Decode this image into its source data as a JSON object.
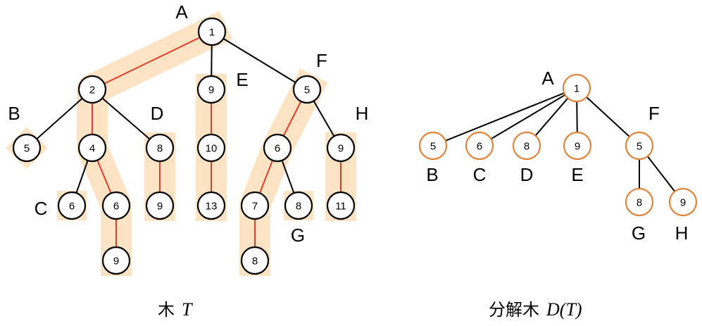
{
  "colors": {
    "highlight": "#fbe3c4",
    "heavy_edge": "#e03c28",
    "light_edge": "#000000",
    "tree_node_stroke": "#000000",
    "decomp_node_stroke": "#e0843a"
  },
  "tree": {
    "caption_prefix": "木",
    "caption_var": "T",
    "nodes": [
      {
        "id": "t1",
        "label": "1"
      },
      {
        "id": "t2",
        "label": "2"
      },
      {
        "id": "t9a",
        "label": "9"
      },
      {
        "id": "t5",
        "label": "5"
      },
      {
        "id": "t5b",
        "label": "5"
      },
      {
        "id": "t4",
        "label": "4"
      },
      {
        "id": "t8",
        "label": "8"
      },
      {
        "id": "t10",
        "label": "10"
      },
      {
        "id": "t6a",
        "label": "6"
      },
      {
        "id": "t9b",
        "label": "9"
      },
      {
        "id": "t6b",
        "label": "6"
      },
      {
        "id": "t6c",
        "label": "6"
      },
      {
        "id": "t9c",
        "label": "9"
      },
      {
        "id": "t13",
        "label": "13"
      },
      {
        "id": "t7",
        "label": "7"
      },
      {
        "id": "t8b",
        "label": "8"
      },
      {
        "id": "t11",
        "label": "11"
      },
      {
        "id": "t9d",
        "label": "9"
      },
      {
        "id": "t8c",
        "label": "8"
      }
    ],
    "edges": [
      {
        "from": "t1",
        "to": "t2",
        "heavy": true
      },
      {
        "from": "t1",
        "to": "t9a",
        "heavy": false
      },
      {
        "from": "t1",
        "to": "t5",
        "heavy": false
      },
      {
        "from": "t2",
        "to": "t5b",
        "heavy": false
      },
      {
        "from": "t2",
        "to": "t4",
        "heavy": true
      },
      {
        "from": "t2",
        "to": "t8",
        "heavy": false
      },
      {
        "from": "t4",
        "to": "t6b",
        "heavy": false
      },
      {
        "from": "t4",
        "to": "t6c",
        "heavy": true
      },
      {
        "from": "t6c",
        "to": "t9d",
        "heavy": true
      },
      {
        "from": "t8",
        "to": "t9c",
        "heavy": true
      },
      {
        "from": "t9a",
        "to": "t10",
        "heavy": true
      },
      {
        "from": "t10",
        "to": "t13",
        "heavy": true
      },
      {
        "from": "t5",
        "to": "t6a",
        "heavy": true
      },
      {
        "from": "t5",
        "to": "t9b",
        "heavy": false
      },
      {
        "from": "t6a",
        "to": "t7",
        "heavy": true
      },
      {
        "from": "t6a",
        "to": "t8b",
        "heavy": false
      },
      {
        "from": "t7",
        "to": "t8c",
        "heavy": true
      },
      {
        "from": "t9b",
        "to": "t11",
        "heavy": true
      }
    ],
    "path_labels": [
      "A",
      "B",
      "C",
      "D",
      "E",
      "F",
      "G",
      "H"
    ]
  },
  "decomposition": {
    "caption_prefix": "分解木",
    "caption_var_pre": "D(",
    "caption_var": "T",
    "caption_var_post": ")",
    "nodes": [
      {
        "id": "d1",
        "label": "1",
        "path": "A"
      },
      {
        "id": "dB",
        "label": "5",
        "path": "B"
      },
      {
        "id": "dC",
        "label": "6",
        "path": "C"
      },
      {
        "id": "dD",
        "label": "8",
        "path": "D"
      },
      {
        "id": "dE",
        "label": "9",
        "path": "E"
      },
      {
        "id": "dF",
        "label": "5",
        "path": "F"
      },
      {
        "id": "dG",
        "label": "8",
        "path": "G"
      },
      {
        "id": "dH",
        "label": "9",
        "path": "H"
      }
    ],
    "edges": [
      {
        "from": "d1",
        "to": "dB"
      },
      {
        "from": "d1",
        "to": "dC"
      },
      {
        "from": "d1",
        "to": "dD"
      },
      {
        "from": "d1",
        "to": "dE"
      },
      {
        "from": "d1",
        "to": "dF"
      },
      {
        "from": "dF",
        "to": "dG"
      },
      {
        "from": "dF",
        "to": "dH"
      }
    ]
  }
}
